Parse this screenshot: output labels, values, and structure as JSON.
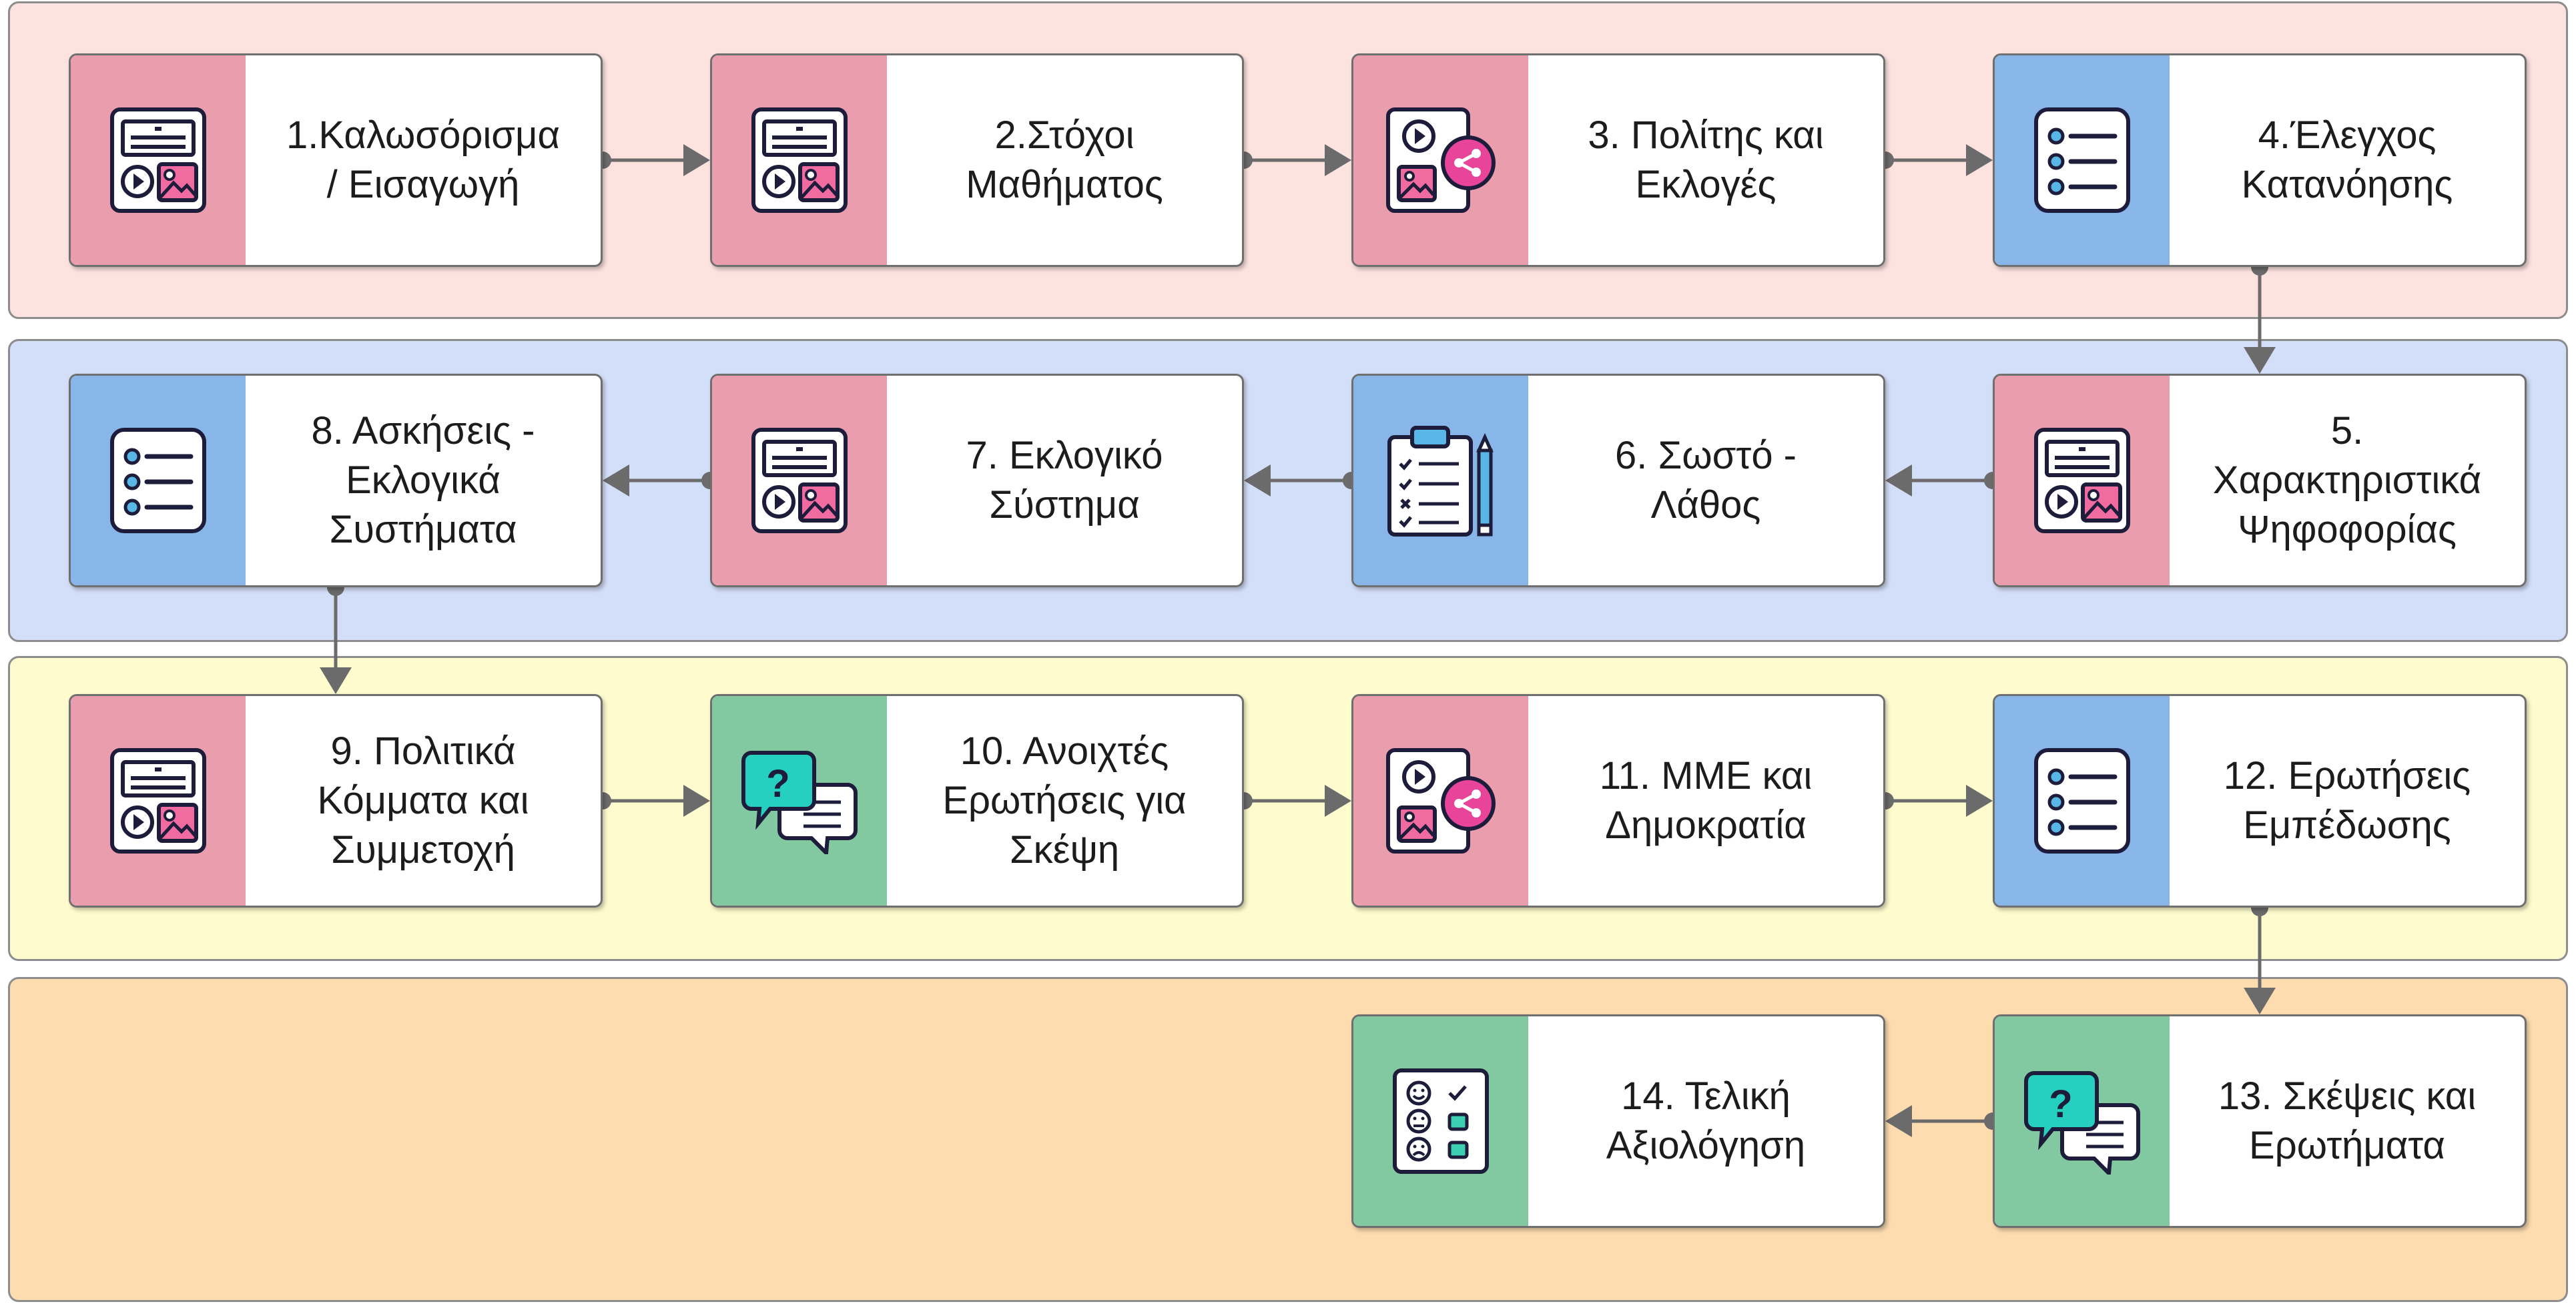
{
  "colors": {
    "pink_accent": "#e99dad",
    "blue_accent": "#88b6e8",
    "green_accent": "#82c9a2",
    "band_1": "#fde3e0",
    "band_2": "#d3def8",
    "band_3": "#fefcce",
    "band_4": "#fddcb0",
    "connector": "#6b6b6b"
  },
  "steps": [
    {
      "label": "1.Καλωσόρισμα\n/ Εισαγωγή",
      "icon": "media-layout-icon",
      "color": "pink"
    },
    {
      "label": "2.Στόχοι\nΜαθήματος",
      "icon": "media-layout-icon",
      "color": "pink"
    },
    {
      "label": "3. Πολίτης και\nΕκλογές",
      "icon": "media-share-icon",
      "color": "pink"
    },
    {
      "label": "4.Έλεγχος\nΚατανόησης",
      "icon": "list-icon",
      "color": "blue"
    },
    {
      "label": "5.\nΧαρακτηριστικά\nΨηφοφορίας",
      "icon": "media-layout-icon",
      "color": "pink"
    },
    {
      "label": "6. Σωστό -\nΛάθος",
      "icon": "clipboard-checklist-icon",
      "color": "blue"
    },
    {
      "label": "7. Εκλογικό\nΣύστημα",
      "icon": "media-layout-icon",
      "color": "pink"
    },
    {
      "label": "8. Ασκήσεις -\nΕκλογικά\nΣυστήματα",
      "icon": "list-icon",
      "color": "blue"
    },
    {
      "label": "9. Πολιτικά\nΚόμματα και\nΣυμμετοχή",
      "icon": "media-layout-icon",
      "color": "pink"
    },
    {
      "label": "10. Ανοιχτές\nΕρωτήσεις για\nΣκέψη",
      "icon": "chat-question-icon",
      "color": "green"
    },
    {
      "label": "11. ΜΜΕ και\nΔημοκρατία",
      "icon": "media-share-icon",
      "color": "pink"
    },
    {
      "label": "12. Ερωτήσεις\nΕμπέδωσης",
      "icon": "list-icon",
      "color": "blue"
    },
    {
      "label": "13. Σκέψεις και\nΕρωτήματα",
      "icon": "chat-question-icon",
      "color": "green"
    },
    {
      "label": "14. Τελική\nΑξιολόγηση",
      "icon": "feedback-survey-icon",
      "color": "green"
    }
  ]
}
